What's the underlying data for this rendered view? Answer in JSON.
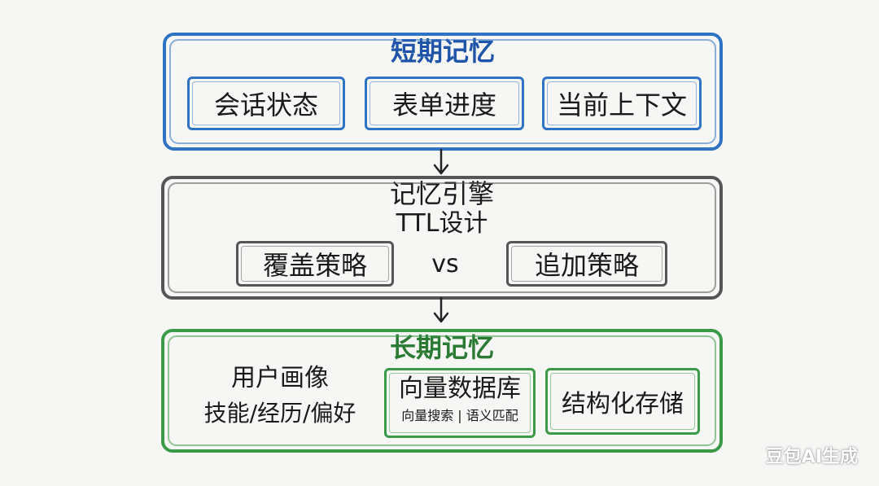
{
  "colors": {
    "short_term": "#2f73c4",
    "engine": "#555555",
    "long_term": "#3a9a48",
    "title_blue": "#1f55a8",
    "title_green": "#2a7a34"
  },
  "short_term": {
    "title": "短期记忆",
    "items": [
      "会话状态",
      "表单进度",
      "当前上下文"
    ]
  },
  "engine": {
    "title": "记忆引擎",
    "subtitle": "TTL设计",
    "left": "覆盖策略",
    "vs": "vs",
    "right": "追加策略"
  },
  "long_term": {
    "title": "长期记忆",
    "profile_line1": "用户画像",
    "profile_line2": "技能/经历/偏好",
    "vector_db": "向量数据库",
    "vector_db_sub": "向量搜索 | 语义匹配",
    "structured": "结构化存储"
  },
  "watermark": "豆包AI生成"
}
